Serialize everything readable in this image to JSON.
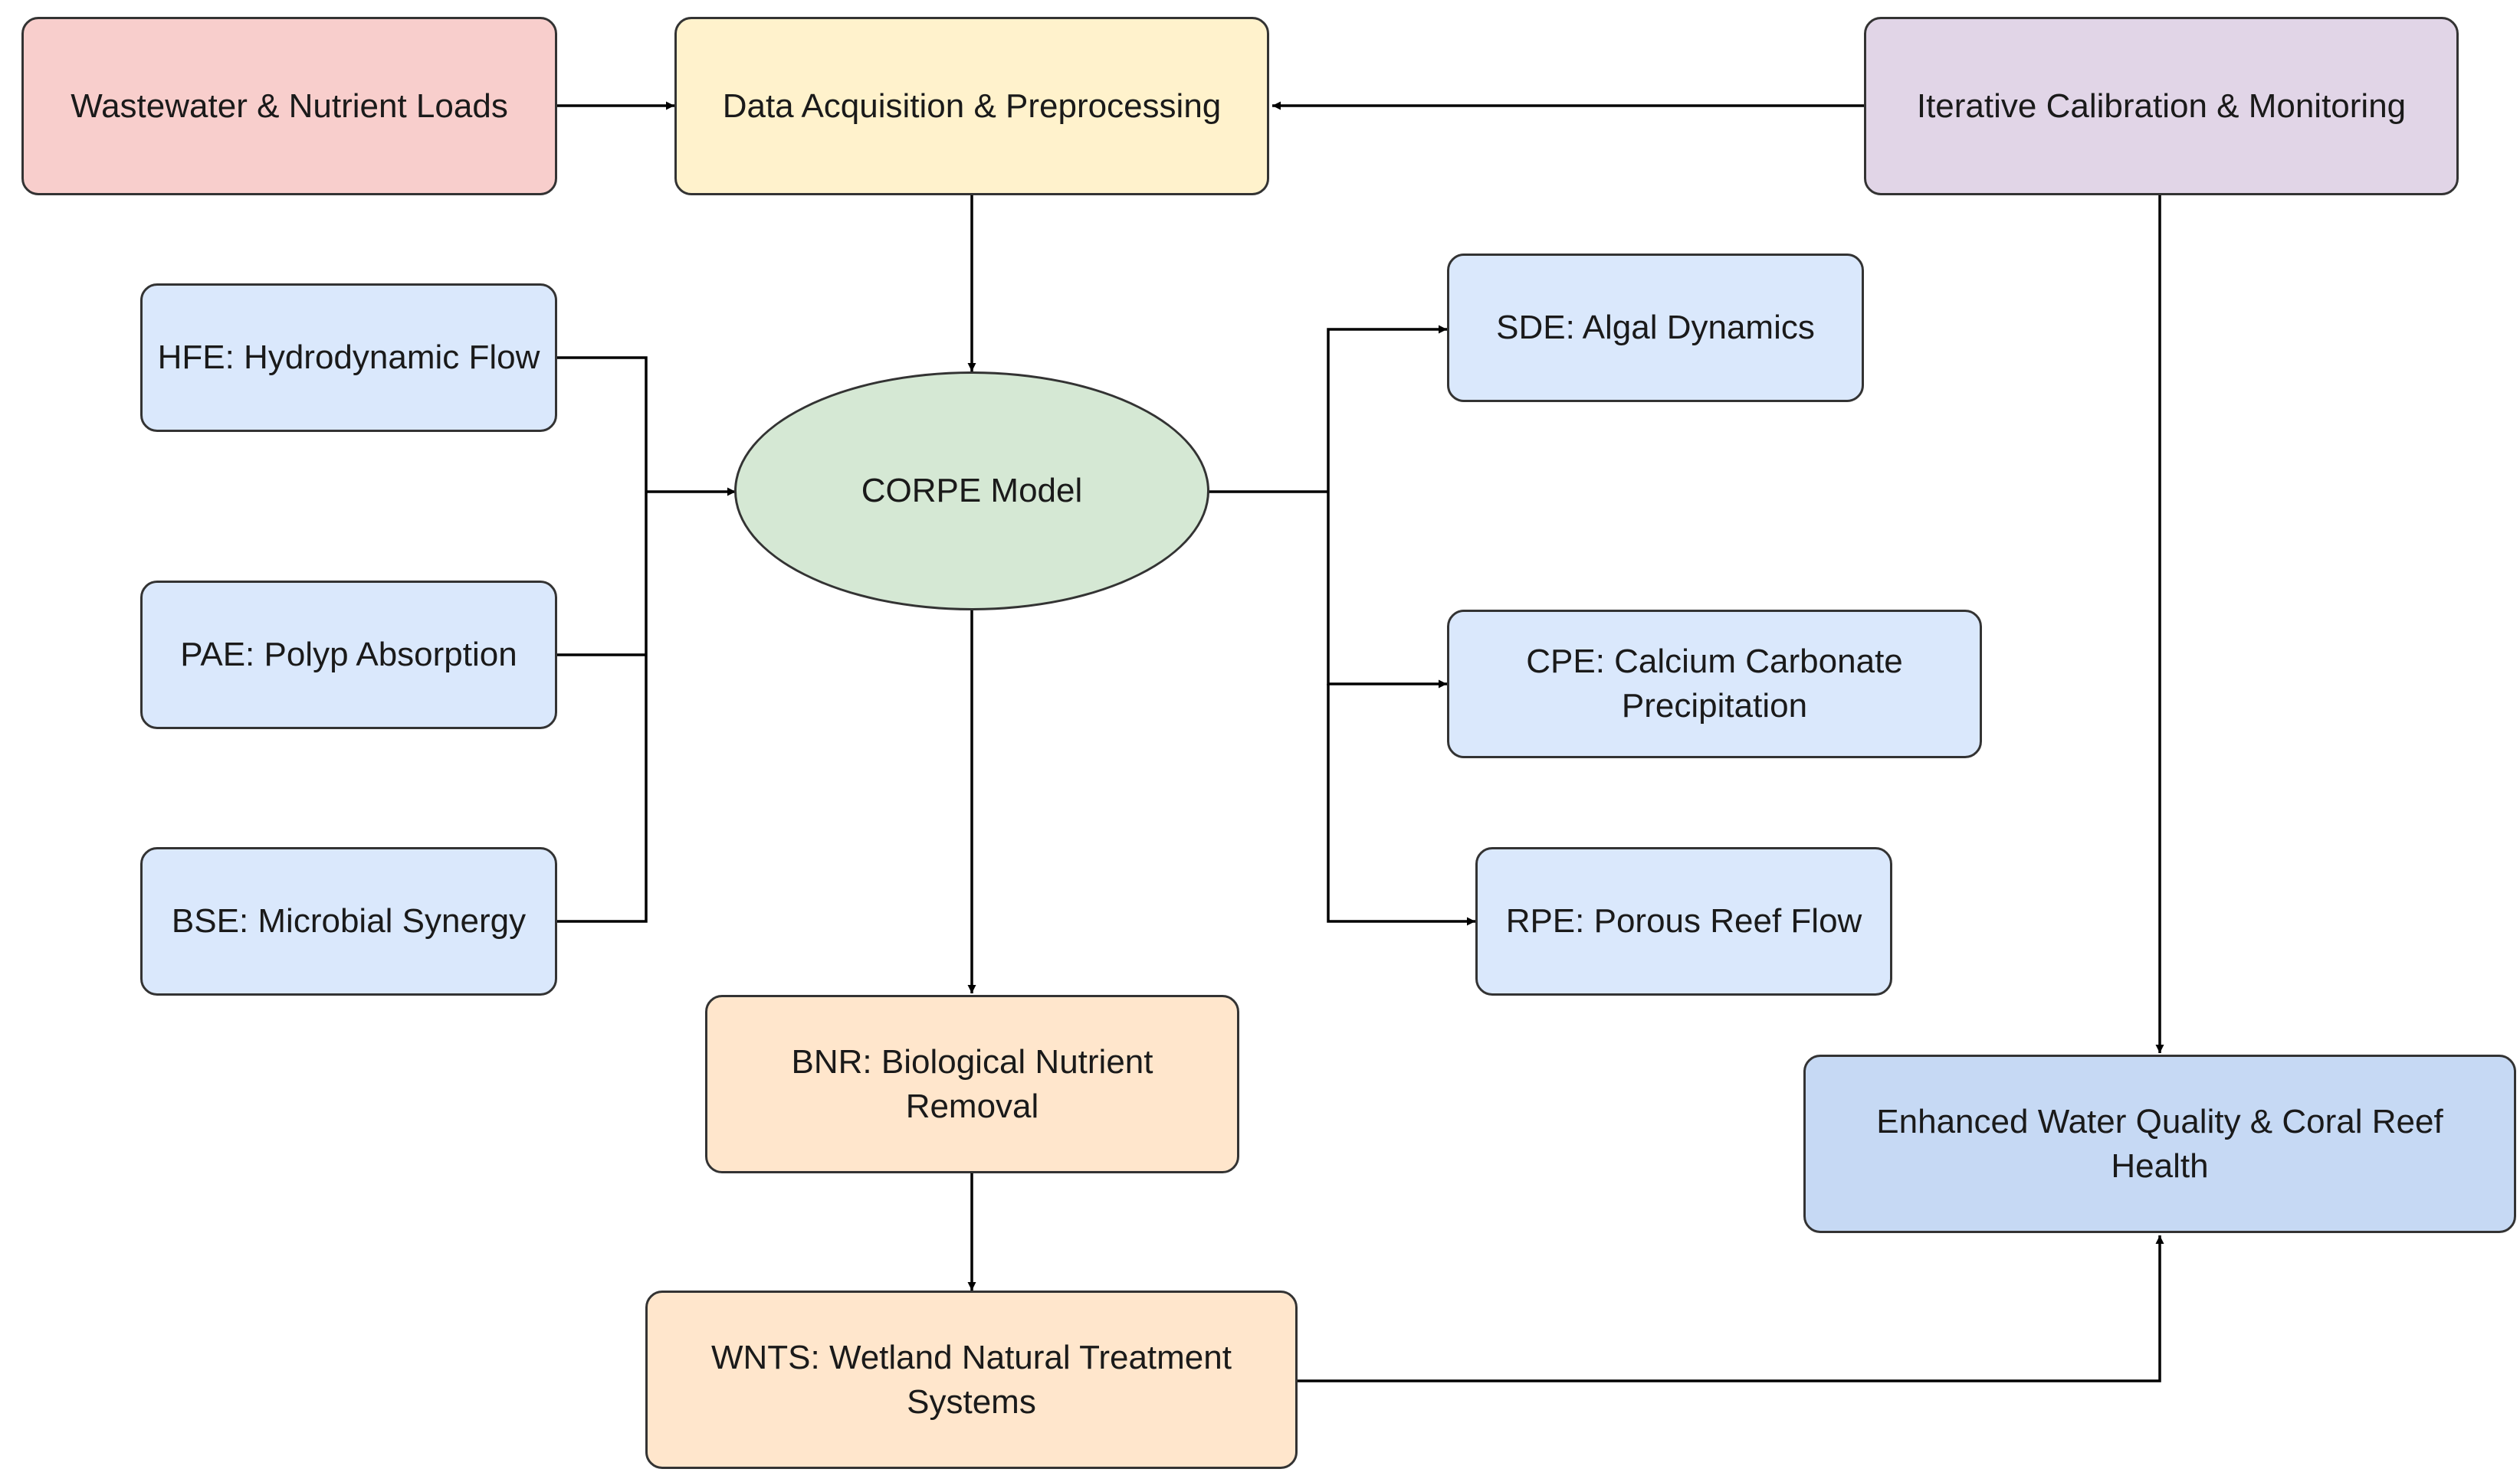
{
  "colors": {
    "input": "#f8cecc",
    "process": "#fff2cc",
    "calibration": "#e1d5e7",
    "component": "#dae8fc",
    "model": "#d5e8d4",
    "treatment": "#ffe6cc",
    "outcome": "#c6d9f4",
    "border": "#333333",
    "edge": "#000000"
  },
  "nodes": {
    "wastewater": "Wastewater & Nutrient Loads",
    "data_acquisition": "Data Acquisition & Preprocessing",
    "calibration": "Iterative Calibration & Monitoring",
    "hfe": "HFE: Hydrodynamic Flow",
    "pae": "PAE: Polyp Absorption",
    "bse": "BSE: Microbial Synergy",
    "corpe": "CORPE Model",
    "sde": "SDE: Algal Dynamics",
    "cpe": "CPE: Calcium Carbonate Precipitation",
    "rpe": "RPE: Porous Reef Flow",
    "bnr": "BNR: Biological Nutrient Removal",
    "wnts": "WNTS: Wetland Natural Treatment Systems",
    "outcome": "Enhanced Water Quality & Coral Reef Health"
  }
}
